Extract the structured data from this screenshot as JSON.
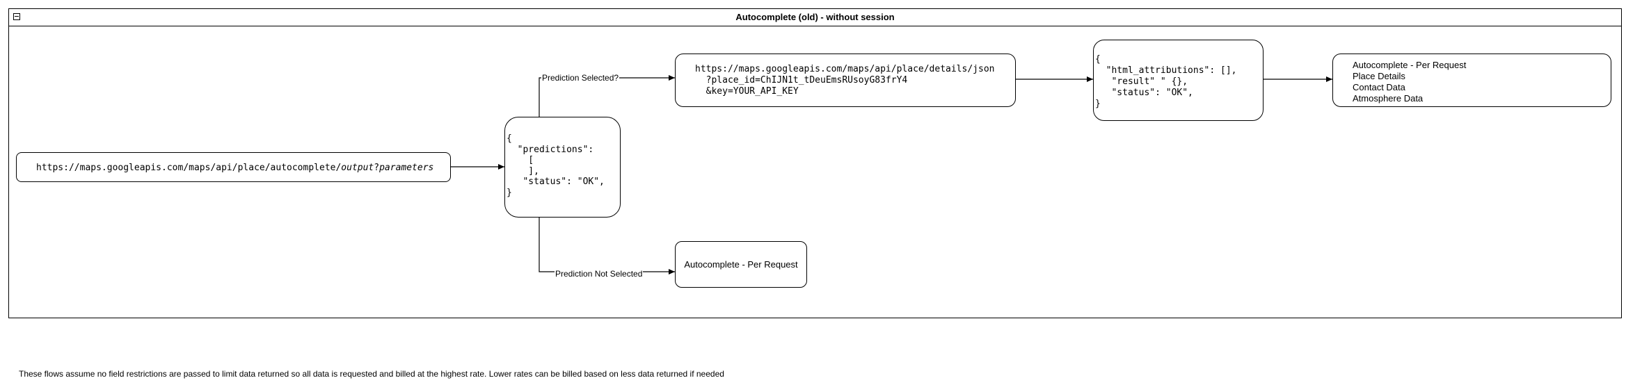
{
  "frame": {
    "title": "Autocomplete (old) - without session"
  },
  "nodes": {
    "autocomplete_url": {
      "prefix": "https://maps.googleapis.com/maps/api/place/autocomplete/",
      "output": "output",
      "sep": "?",
      "params": "parameters"
    },
    "predictions_response": "{\n  \"predictions\":\n    [\n    ],\n   \"status\": \"OK\",\n}",
    "details_url": "https://maps.googleapis.com/maps/api/place/details/json\n  ?place_id=ChIJN1t_tDeuEmsRUsoyG83frY4\n  &key=YOUR_API_KEY",
    "details_response": "{\n  \"html_attributions\": [],\n   \"result\" \" {},\n   \"status\": \"OK\",\n}",
    "billing_selected": [
      "Autocomplete - Per Request",
      "Place Details",
      "Contact Data",
      "Atmosphere Data"
    ],
    "billing_not_selected": "Autocomplete - Per Request"
  },
  "edges": {
    "selected_label": "Prediction Selected?",
    "not_selected_label": "Prediction Not Selected"
  },
  "footnote": "These flows assume no field restrictions are passed to limit data returned so all data is requested and billed at the highest rate. Lower rates can be billed based on less data returned if needed"
}
